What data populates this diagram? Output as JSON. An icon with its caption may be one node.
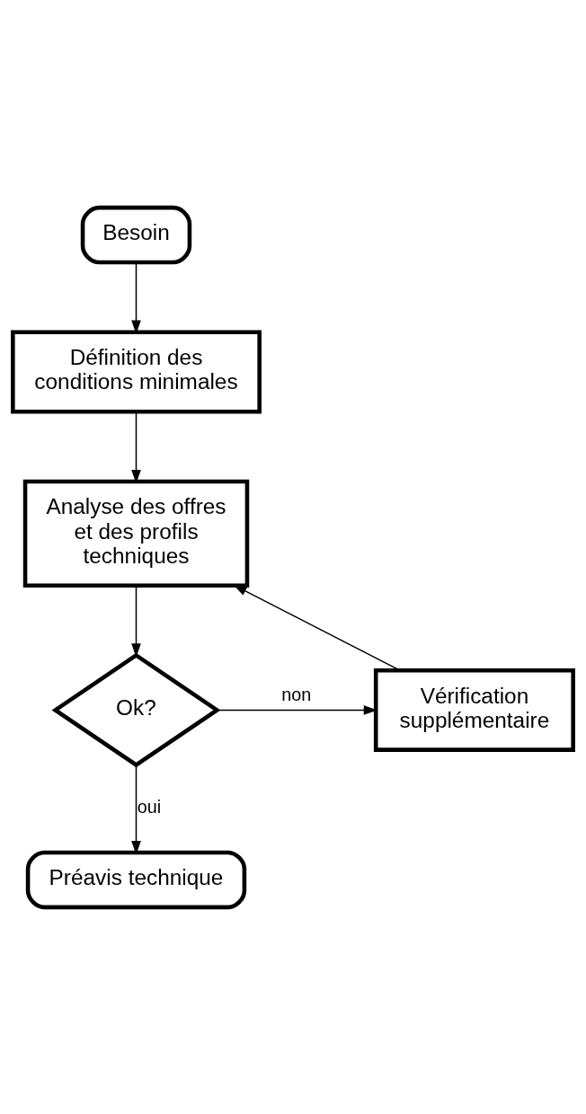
{
  "diagram": {
    "nodes": [
      {
        "text": [
          "Besoin"
        ]
      },
      {
        "text": [
          "Définition des conditions minimales"
        ]
      },
      {
        "text": [
          "Analyse des offres et des profils techniques"
        ]
      },
      {
        "text": [
          "Ok?"
        ]
      },
      {
        "text": [
          "Vérification supplémentaire"
        ]
      },
      {
        "text": [
          "Préavis technique"
        ]
      }
    ],
    "edges": [
      {
        "from": 0,
        "to": 1,
        "arrow": "to"
      },
      {
        "from": 1,
        "to": 2,
        "arrow": "to"
      },
      {
        "from": 2,
        "to": 3,
        "arrow": "to"
      },
      {
        "from": 3,
        "to": 4,
        "arrow": "to",
        "label": "non"
      },
      {
        "from": 4,
        "to": 2,
        "arrow": "to"
      },
      {
        "from": 3,
        "to": 5,
        "arrow": "to",
        "label": "oui"
      }
    ]
  }
}
